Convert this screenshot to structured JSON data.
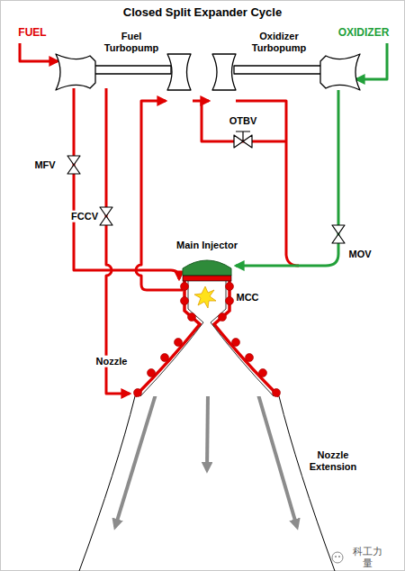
{
  "diagram": {
    "title": "Closed Split Expander Cycle",
    "labels": [
      "FUEL",
      "OXIDIZER",
      "Fuel Turbopump",
      "Oxidizer Turbopump",
      "OTBV",
      "MFV",
      "FCCV",
      "MOV",
      "Main Injector",
      "MCC",
      "Nozzle",
      "Nozzle Extension",
      "科工力量"
    ]
  }
}
